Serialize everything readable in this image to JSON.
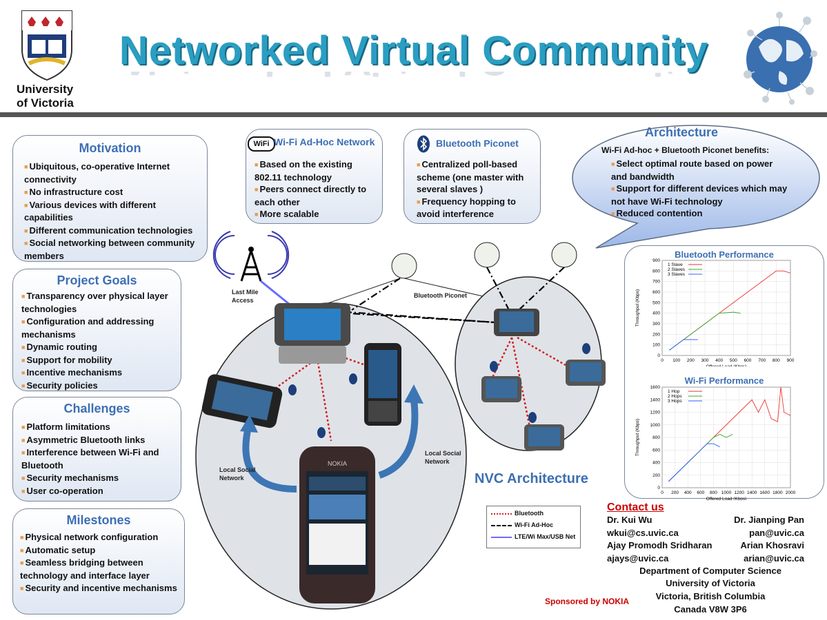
{
  "header": {
    "title": "Networked Virtual Community",
    "university_line1": "University",
    "university_line2": "of Victoria"
  },
  "motivation": {
    "title": "Motivation",
    "items": [
      "Ubiquitous, co-operative Internet connectivity",
      "No infrastructure cost",
      "Various devices with different capabilities",
      "Different communication technologies",
      "Social networking between community members"
    ]
  },
  "goals": {
    "title": "Project Goals",
    "items": [
      "Transparency over physical layer technologies",
      "Configuration and addressing mechanisms",
      "Dynamic routing",
      "Support for mobility",
      "Incentive mechanisms",
      "Security policies"
    ]
  },
  "challenges": {
    "title": "Challenges",
    "items": [
      "Platform limitations",
      "Asymmetric Bluetooth links",
      "Interference between Wi-Fi and Bluetooth",
      "Security mechanisms",
      "User co-operation"
    ]
  },
  "milestones": {
    "title": "Milestones",
    "items": [
      "Physical network configuration",
      "Automatic setup",
      "Seamless bridging between technology and interface layer",
      "Security and incentive mechanisms"
    ]
  },
  "wifi": {
    "title": "Wi-Fi Ad-Hoc Network",
    "logo": "WiFi",
    "items": [
      "Based on the existing 802.11 technology",
      "Peers connect directly to each other",
      "More scalable"
    ]
  },
  "bluetooth": {
    "title": "Bluetooth Piconet",
    "items": [
      "Centralized poll-based scheme (one master with several slaves )",
      "Frequency hopping to avoid interference"
    ]
  },
  "architecture": {
    "title": "Architecture",
    "intro": "Wi-Fi Ad-hoc + Bluetooth Piconet benefits:",
    "items": [
      "Select optimal route based on power and bandwidth",
      "Support for different devices which may not have Wi-Fi technology",
      "Reduced contention"
    ]
  },
  "diagram": {
    "last_mile": "Last Mile Access",
    "piconet_label": "Bluetooth Piconet",
    "local_social_left": "Local Social Network",
    "local_social_right": "Local Social Network",
    "nvc_title": "NVC Architecture",
    "phone_brand": "NOKIA",
    "colors": {
      "bluetooth": "#d42020",
      "wifi": "#000000",
      "lte": "#6b6bff"
    }
  },
  "legend": {
    "bluetooth": "Bluetooth",
    "wifi": "Wi-Fi Ad-Hoc",
    "lte": "LTE/Wi Max/USB Net"
  },
  "bt_chart": {
    "title": "Bluetooth Performance",
    "xlabel": "Offered Load (Kbps)",
    "ylabel": "Throughput (Kbps)",
    "xticks": [
      "0",
      "100",
      "200",
      "300",
      "400",
      "500",
      "600",
      "700",
      "800",
      "900"
    ],
    "yticks": [
      "0",
      "100",
      "200",
      "300",
      "400",
      "500",
      "600",
      "700",
      "800",
      "900"
    ],
    "legend": [
      "1 Slave",
      "2 Slaves",
      "3 Slaves"
    ]
  },
  "wifi_chart": {
    "title": "Wi-Fi Performance",
    "xlabel": "Offered Load (Kbps)",
    "ylabel": "Throughput (Kbps)",
    "xticks": [
      "0",
      "200",
      "400",
      "600",
      "800",
      "1000",
      "1200",
      "1400",
      "1600",
      "1800",
      "2000"
    ],
    "yticks": [
      "0",
      "200",
      "400",
      "600",
      "800",
      "1000",
      "1200",
      "1400",
      "1600"
    ],
    "legend": [
      "1 Hop",
      "2 Hops",
      "3 Hops"
    ]
  },
  "chart_data": [
    {
      "type": "line",
      "title": "Bluetooth Performance",
      "xlabel": "Offered Load (Kbps)",
      "ylabel": "Throughput (Kbps)",
      "xlim": [
        0,
        900
      ],
      "ylim": [
        0,
        900
      ],
      "series": [
        {
          "name": "1 Slave",
          "x": [
            50,
            200,
            400,
            600,
            800,
            850,
            900
          ],
          "y": [
            50,
            200,
            400,
            600,
            800,
            800,
            780
          ]
        },
        {
          "name": "2 Slaves",
          "x": [
            50,
            200,
            400,
            500,
            550
          ],
          "y": [
            50,
            200,
            400,
            410,
            400
          ]
        },
        {
          "name": "3 Slaves",
          "x": [
            50,
            150,
            200,
            250
          ],
          "y": [
            50,
            150,
            150,
            150
          ]
        }
      ]
    },
    {
      "type": "line",
      "title": "Wi-Fi Performance",
      "xlabel": "Offered Load (Kbps)",
      "ylabel": "Throughput (Kbps)",
      "xlim": [
        0,
        2000
      ],
      "ylim": [
        0,
        1600
      ],
      "series": [
        {
          "name": "1 Hop",
          "x": [
            100,
            400,
            800,
            1200,
            1400,
            1500,
            1600,
            1700,
            1800,
            1850,
            1900,
            2000
          ],
          "y": [
            100,
            400,
            800,
            1200,
            1400,
            1200,
            1400,
            1100,
            1050,
            1600,
            1200,
            1150
          ]
        },
        {
          "name": "2 Hops",
          "x": [
            100,
            400,
            800,
            900,
            1000,
            1100
          ],
          "y": [
            100,
            400,
            800,
            850,
            800,
            850
          ]
        },
        {
          "name": "3 Hops",
          "x": [
            100,
            400,
            700,
            800,
            900
          ],
          "y": [
            100,
            400,
            700,
            700,
            650
          ]
        }
      ]
    }
  ],
  "contact": {
    "title": "Contact us",
    "name1": "Dr. Kui Wu",
    "email1": "wkui@cs.uvic.ca",
    "name2": "Dr. Jianping Pan",
    "email2": "pan@uvic.ca",
    "name3": "Ajay Promodh Sridharan",
    "email3": "ajays@uvic.ca",
    "name4": "Arian Khosravi",
    "email4": "arian@uvic.ca",
    "dept": "Department of Computer Science",
    "uni": "University of Victoria",
    "city": "Victoria, British Columbia",
    "country": "Canada V8W 3P6"
  },
  "sponsor": "Sponsored by NOKIA"
}
